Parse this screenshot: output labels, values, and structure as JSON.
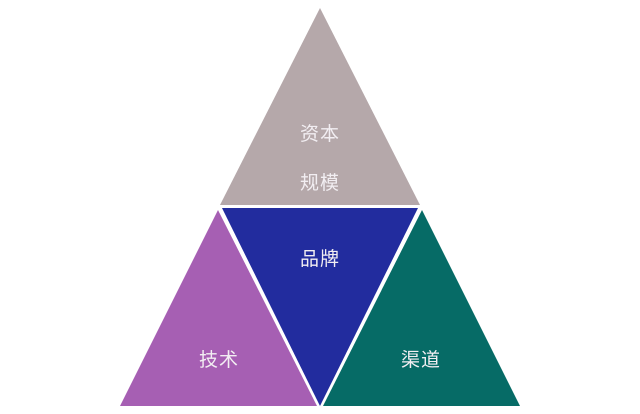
{
  "diagram": {
    "type": "triangle-model",
    "nodes": [
      {
        "id": "top",
        "lines": [
          "资本",
          "规模"
        ],
        "color": "#b5a8aa"
      },
      {
        "id": "center",
        "lines": [
          "品牌"
        ],
        "color": "#222c9e"
      },
      {
        "id": "left",
        "lines": [
          "技术"
        ],
        "color": "#a65fb3"
      },
      {
        "id": "right",
        "lines": [
          "渠道"
        ],
        "color": "#066b66"
      }
    ]
  }
}
